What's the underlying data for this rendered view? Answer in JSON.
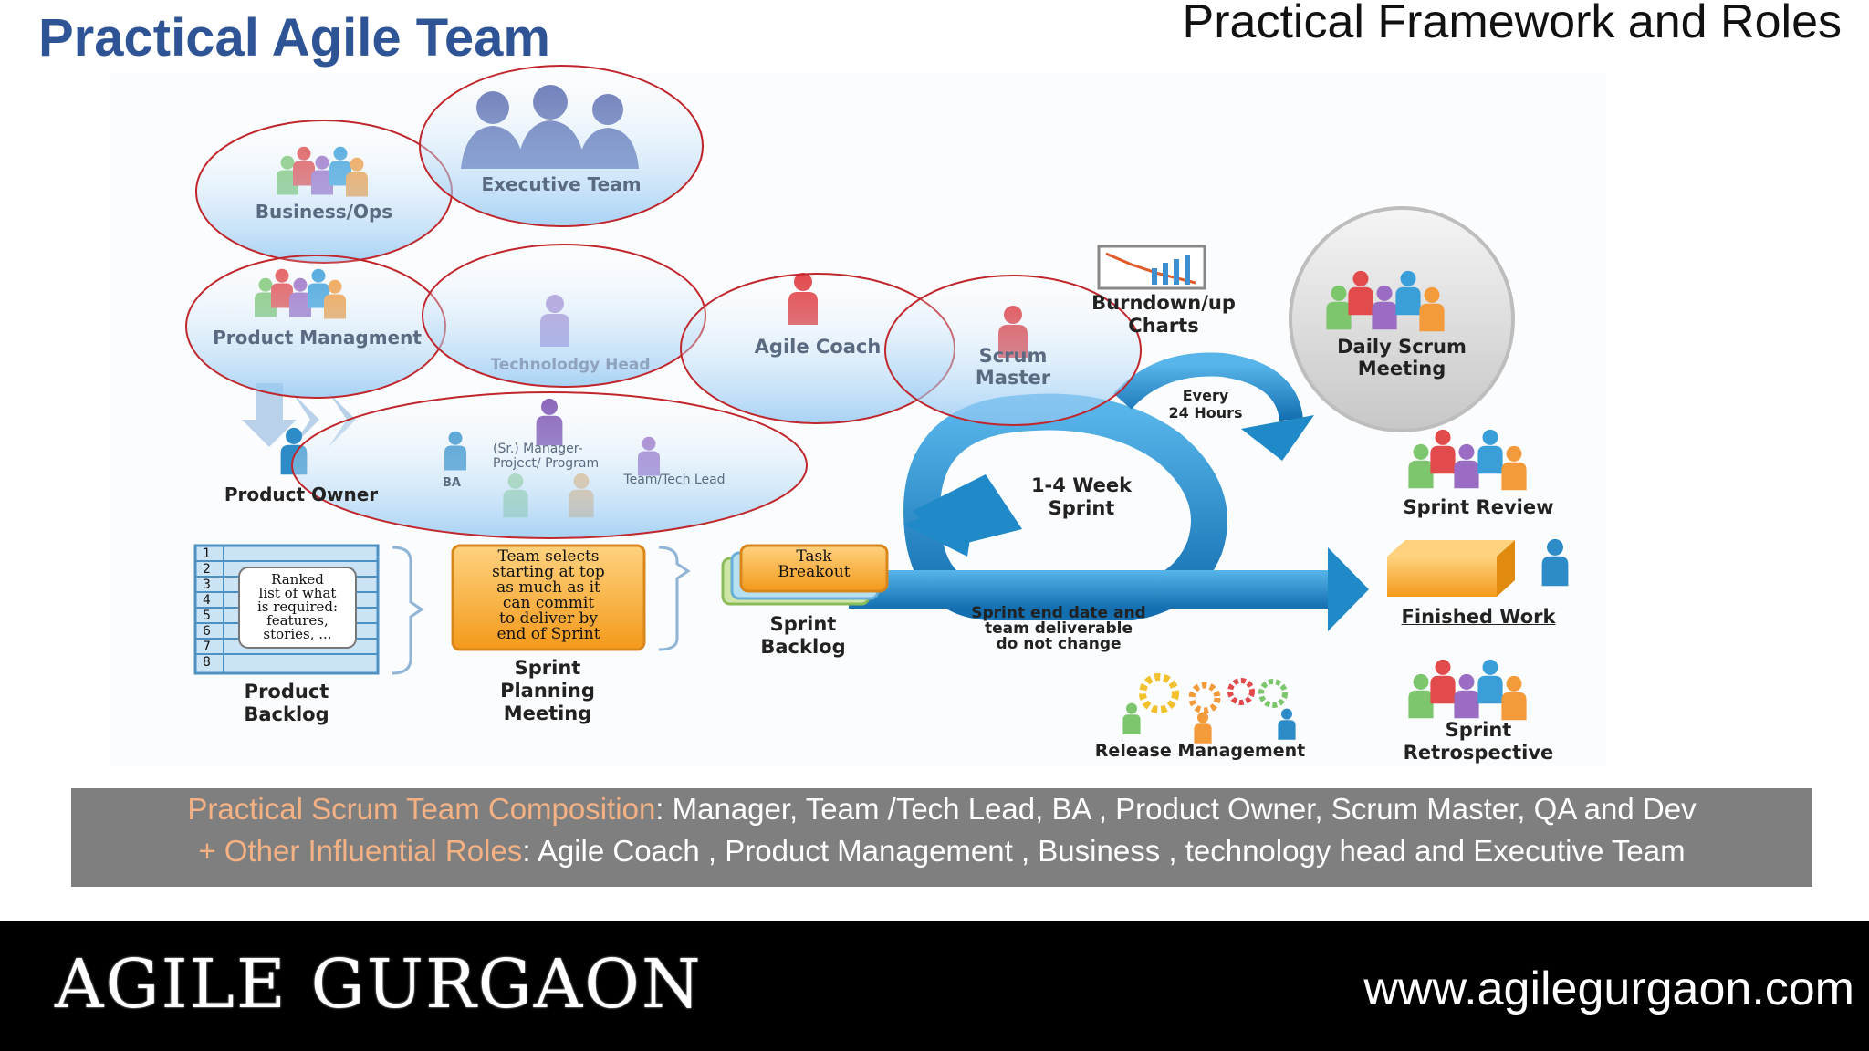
{
  "header": {
    "title": "Practical Agile Team",
    "subtitle": "Practical Framework and Roles"
  },
  "roles": {
    "executive_team": "Executive Team",
    "business_ops": "Business/Ops",
    "product_management": "Product Managment",
    "technology_head": "Technolodgy Head",
    "agile_coach": "Agile Coach",
    "scrum_master_line1": "Scrum",
    "scrum_master_line2": "Master",
    "product_owner": "Product Owner",
    "ba": "BA",
    "manager_line1": "(Sr.) Manager-",
    "manager_line2": "Project/ Program",
    "tech_lead": "Team/Tech Lead"
  },
  "process": {
    "burndown_line1": "Burndown/up",
    "burndown_line2": "Charts",
    "daily_scrum_line1": "Daily Scrum",
    "daily_scrum_line2": "Meeting",
    "every_line1": "Every",
    "every_line2": "24 Hours",
    "sprint_line1": "1-4 Week",
    "sprint_line2": "Sprint",
    "sprint_review": "Sprint Review",
    "finished_work": "Finished Work",
    "retro_line1": "Sprint",
    "retro_line2": "Retrospective",
    "release_management": "Release Management",
    "sprint_end_line1": "Sprint end date and",
    "sprint_end_line2": "team deliverable",
    "sprint_end_line3": "do not change",
    "task_line1": "Task",
    "task_line2": "Breakout",
    "sprint_backlog_line1": "Sprint",
    "sprint_backlog_line2": "Backlog",
    "product_backlog_line1": "Product",
    "product_backlog_line2": "Backlog",
    "backlog_numbers": [
      "1",
      "2",
      "3",
      "4",
      "5",
      "6",
      "7",
      "8"
    ],
    "ranked_line1": "Ranked",
    "ranked_line2": "list of what",
    "ranked_line3": "is required:",
    "ranked_line4": "features,",
    "ranked_line5": "stories, ...",
    "team_selects_line1": "Team selects",
    "team_selects_line2": "starting at top",
    "team_selects_line3": "as much as it",
    "team_selects_line4": "can commit",
    "team_selects_line5": "to deliver by",
    "team_selects_line6": "end of Sprint",
    "planning_line1": "Sprint",
    "planning_line2": "Planning",
    "planning_line3": "Meeting"
  },
  "summary": {
    "line1_highlight": "Practical Scrum Team Composition",
    "line1_rest": ": Manager, Team /Tech Lead, BA , Product Owner,  Scrum Master, QA and Dev",
    "line2_prefix": "+  ",
    "line2_highlight": "Other Influential Roles",
    "line2_rest": ": Agile Coach , Product Management , Business , technology head and Executive Team"
  },
  "footer": {
    "brand": "AGILE GURGAON",
    "url": "www.agilegurgaon.com"
  },
  "icons": {
    "person": "person-icon",
    "team": "team-icon",
    "gears": "gears-icon",
    "chart": "chart-icon",
    "box": "box-icon"
  },
  "colors": {
    "title_blue": "#2f5496",
    "highlight_orange": "#f4b183",
    "summary_bg": "#7f7f7f",
    "arrow_blue": "#1f8ac7",
    "ellipse_red": "#c0272d"
  }
}
